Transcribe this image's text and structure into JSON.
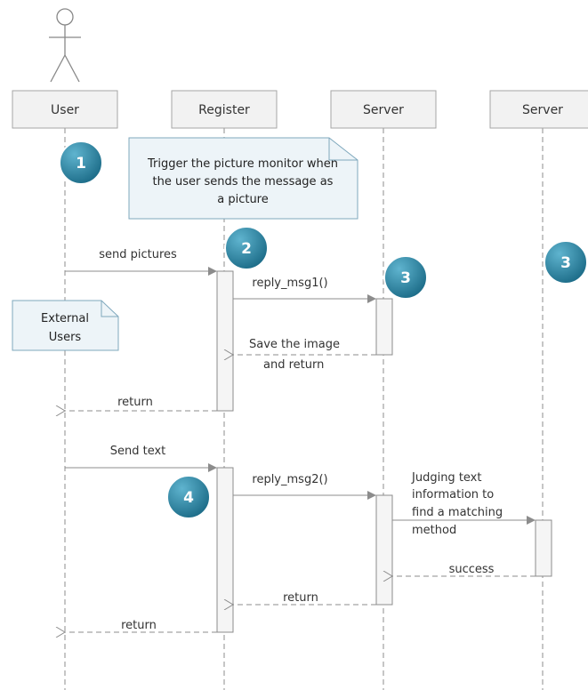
{
  "diagram": {
    "lifelines": [
      {
        "label": "User"
      },
      {
        "label": "Register"
      },
      {
        "label": "Server"
      },
      {
        "label": "Server"
      }
    ],
    "notes": [
      {
        "lines": [
          "Trigger the picture monitor when",
          "the user sends the message as",
          "a picture"
        ]
      },
      {
        "lines": [
          "External",
          "Users"
        ]
      }
    ],
    "badges": [
      "1",
      "2",
      "3",
      "3",
      "4"
    ],
    "messages": [
      {
        "label": "send pictures",
        "kind": "call"
      },
      {
        "label": "reply_msg1()",
        "kind": "call"
      },
      {
        "lines": [
          "Save the image",
          "and return"
        ],
        "kind": "return"
      },
      {
        "label": "return",
        "kind": "return"
      },
      {
        "label": "Send text",
        "kind": "call"
      },
      {
        "label": "reply_msg2()",
        "kind": "call"
      },
      {
        "lines": [
          "Judging text",
          "information to",
          "find a matching",
          "method"
        ],
        "kind": "call"
      },
      {
        "label": "success",
        "kind": "return"
      },
      {
        "label": "return",
        "kind": "return"
      },
      {
        "label": "return",
        "kind": "return"
      }
    ],
    "colors": {
      "header_fill": "#f2f2f2",
      "header_border": "#a6a6a6",
      "note_fill": "#edf4f8",
      "note_border": "#7fa8bd",
      "badge_fill": "#2d8aa8",
      "activation_fill": "#f5f5f5",
      "line": "#8c8c8c"
    }
  }
}
